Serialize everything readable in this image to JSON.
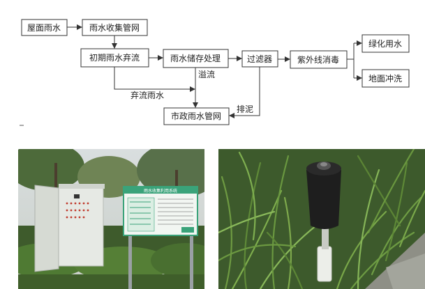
{
  "diagram": {
    "nodes": {
      "roof_rain": "屋面雨水",
      "collection_pipe": "雨水收集管网",
      "initial_diversion": "初期雨水弃流",
      "storage": "雨水储存处理",
      "filter": "过滤器",
      "uv": "紫外线消毒",
      "greening": "绿化用水",
      "ground_wash": "地面冲洗",
      "municipal": "市政雨水管网"
    },
    "edge_labels": {
      "overflow": "溢流",
      "discard_rain": "弃流雨水",
      "sludge": "排泥"
    }
  },
  "photos": {
    "left": {
      "board_title": "雨水收集利用系统"
    },
    "right": {}
  },
  "colors": {
    "line": "#333333",
    "box_border": "#333333",
    "board_green": "#3aa37a",
    "cabinet": "#e9ece8"
  }
}
